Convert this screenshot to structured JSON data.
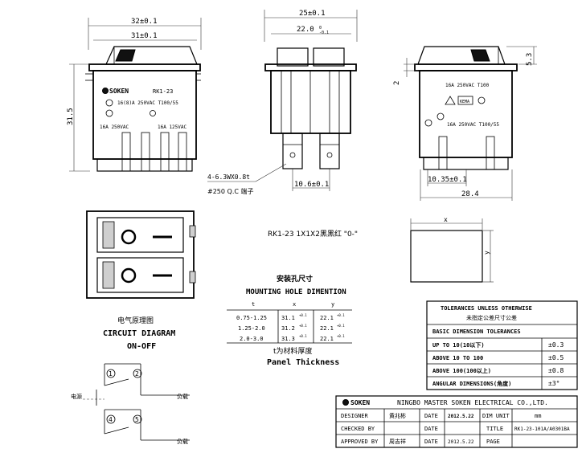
{
  "dimensions": {
    "w32": "32±0.1",
    "w31": "31±0.1",
    "h315": "31.5",
    "w25": "25±0.1",
    "w22": "22.0",
    "w22_tol": "0\n-0.1",
    "h53": "5.3",
    "d2": "2",
    "w1035": "10.35±0.1",
    "w284": "28.4",
    "w106": "10.6±0.1",
    "term1": "4-6.3WX0.8t",
    "term2": "#250 Q.C 端子",
    "x": "x",
    "y": "y"
  },
  "switch_label": {
    "brand": "SOKEN",
    "model": "RK1-23",
    "rating1": "16(8)A 250VAC T100/55",
    "rating2a": "16A 250VAC",
    "rating2b": "16A 125VAC",
    "rating_side": "16A 250VAC T100",
    "rating_side2": "16A 250VAC T100/55"
  },
  "product_title": "RK1-23 1X1X2黑黑红 \"0-\"",
  "mounting": {
    "title_cn": "安装孔尺寸",
    "title_en": "MOUNTING HOLE DIMENTION",
    "headers": [
      "t",
      "x",
      "y"
    ],
    "rows": [
      [
        "0.75-1.25",
        "31.1",
        "22.1"
      ],
      [
        "1.25-2.0",
        "31.2",
        "22.1"
      ],
      [
        "2.0-3.0",
        "31.3",
        "22.1"
      ]
    ],
    "sup": "+0.1",
    "sub": "0",
    "note_cn": "t为材料厚度",
    "note_en": "Panel Thickness"
  },
  "circuit": {
    "title_cn": "电气原理图",
    "title_en": "CIRCUIT DIAGRAM",
    "mode": "ON-OFF",
    "p1": "1",
    "p2": "2",
    "p4": "4",
    "p5": "5",
    "source": "电源",
    "load1": "负载",
    "load2": "负载"
  },
  "tolerances": {
    "title_en": "TOLERANCES UNLESS OTHERWISE",
    "title_cn": "未指定公差尺寸公差",
    "header": "BASIC DIMENSION TOLERANCES",
    "rows": [
      [
        "UP TO 10(10以下)",
        "±0.3"
      ],
      [
        "ABOVE 10 TO 100",
        "±0.5"
      ],
      [
        "ABOVE 100(100以上)",
        "±0.8"
      ],
      [
        "ANGULAR DIMENSIONS(角度)",
        "±3°"
      ]
    ]
  },
  "title_block": {
    "brand": "SOKEN",
    "company": "NINGBO MASTER SOKEN ELECTRICAL CO.,LTD.",
    "designer_label": "DESIGNER",
    "designer_name": "黄兆彬",
    "checked_label": "CHECKED BY",
    "approved_label": "APPROVED BY",
    "approved_name": "周吉祥",
    "date_label": "DATE",
    "date1": "2012.5.22",
    "date2": "2012.5.22",
    "dim_unit_label": "DIM UNIT",
    "dim_unit": "mm",
    "title_label": "TITLE",
    "title_value": "RK1-23-101A/A0301BA",
    "page_label": "PAGE"
  },
  "colors": {
    "line": "#000000",
    "background": "#ffffff"
  }
}
